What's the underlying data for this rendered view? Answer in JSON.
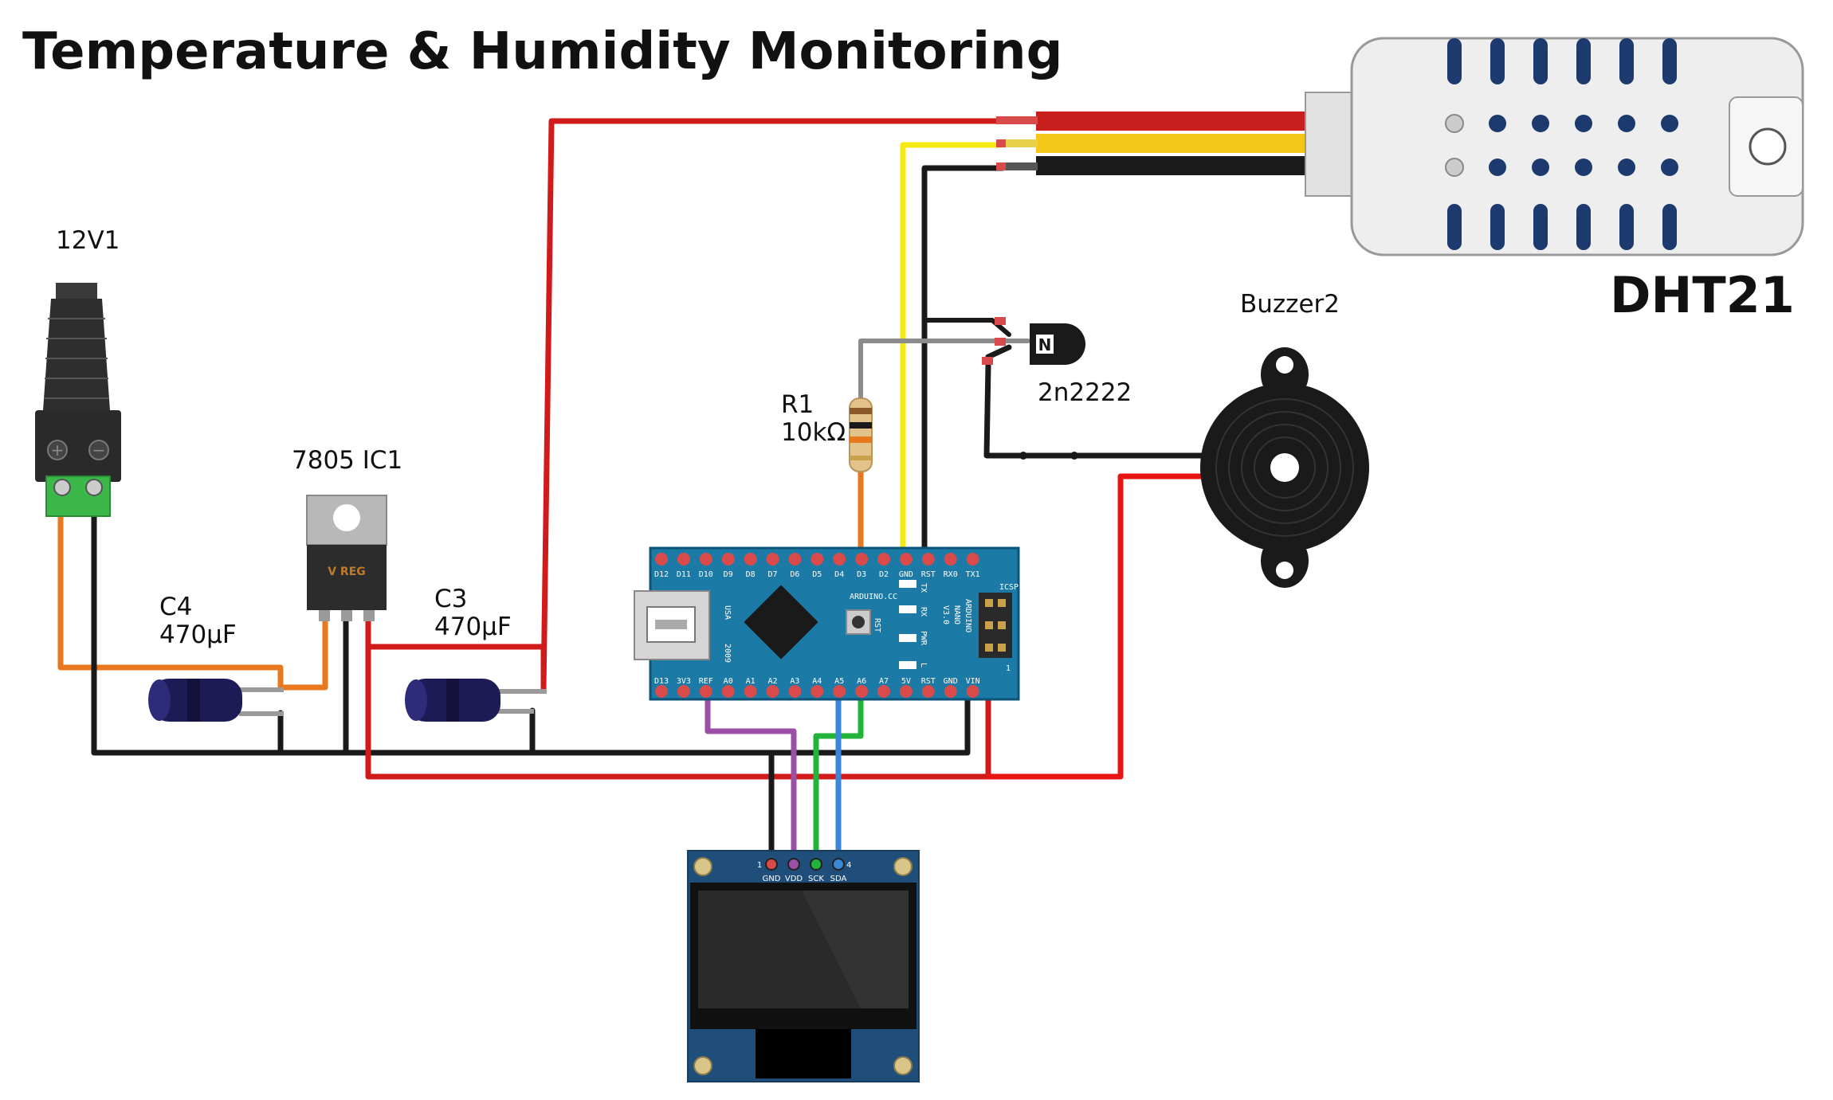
{
  "title": "Temperature & Humidity Monitoring",
  "colors": {
    "wire_red": "#d11a1a",
    "wire_black": "#1a1a1a",
    "wire_yellow": "#f2ea12",
    "wire_orange": "#e8781e",
    "wire_purple": "#9b4fa6",
    "wire_green": "#22b33a",
    "wire_blue": "#3a86d8",
    "wire_gray": "#8c8c8c",
    "board_blue": "#1b7aa6",
    "pin_red": "#d94b4b"
  },
  "components": {
    "power_jack": {
      "label": "12V1",
      "plus_icon": "plus-icon",
      "minus_icon": "minus-icon"
    },
    "regulator": {
      "label": "7805 IC1",
      "marking": "V REG"
    },
    "cap_c4": {
      "name": "C4",
      "value": "470µF"
    },
    "cap_c3": {
      "name": "C3",
      "value": "470µF"
    },
    "resistor": {
      "name": "R1",
      "value": "10kΩ"
    },
    "transistor": {
      "label": "2n2222",
      "marking": "N"
    },
    "buzzer": {
      "label": "Buzzer2"
    },
    "sensor": {
      "label": "DHT21"
    },
    "arduino": {
      "top_pins": [
        "D12",
        "D11",
        "D10",
        "D9",
        "D8",
        "D7",
        "D6",
        "D5",
        "D4",
        "D3",
        "D2",
        "GND",
        "RST",
        "RX0",
        "TX1"
      ],
      "bottom_pins": [
        "D13",
        "3V3",
        "REF",
        "A0",
        "A1",
        "A2",
        "A3",
        "A4",
        "A5",
        "A6",
        "A7",
        "5V",
        "RST",
        "GND",
        "VIN"
      ],
      "chip_text": "ARDUINO.CC",
      "model_text_1": "ARDUINO",
      "model_text_2": "NANO",
      "model_text_3": "V3.0",
      "usa_text": "USA",
      "year_text": "2009",
      "icsp_text": "ICSP",
      "rst_text": "RST",
      "tx_text": "TX",
      "rx_text": "RX",
      "pwr_text": "PWR",
      "l_text": "L",
      "icsp_num": "1"
    },
    "oled": {
      "pins": [
        "GND",
        "VDD",
        "SCK",
        "SDA"
      ],
      "pin_num_first": "1",
      "pin_num_last": "4"
    }
  }
}
